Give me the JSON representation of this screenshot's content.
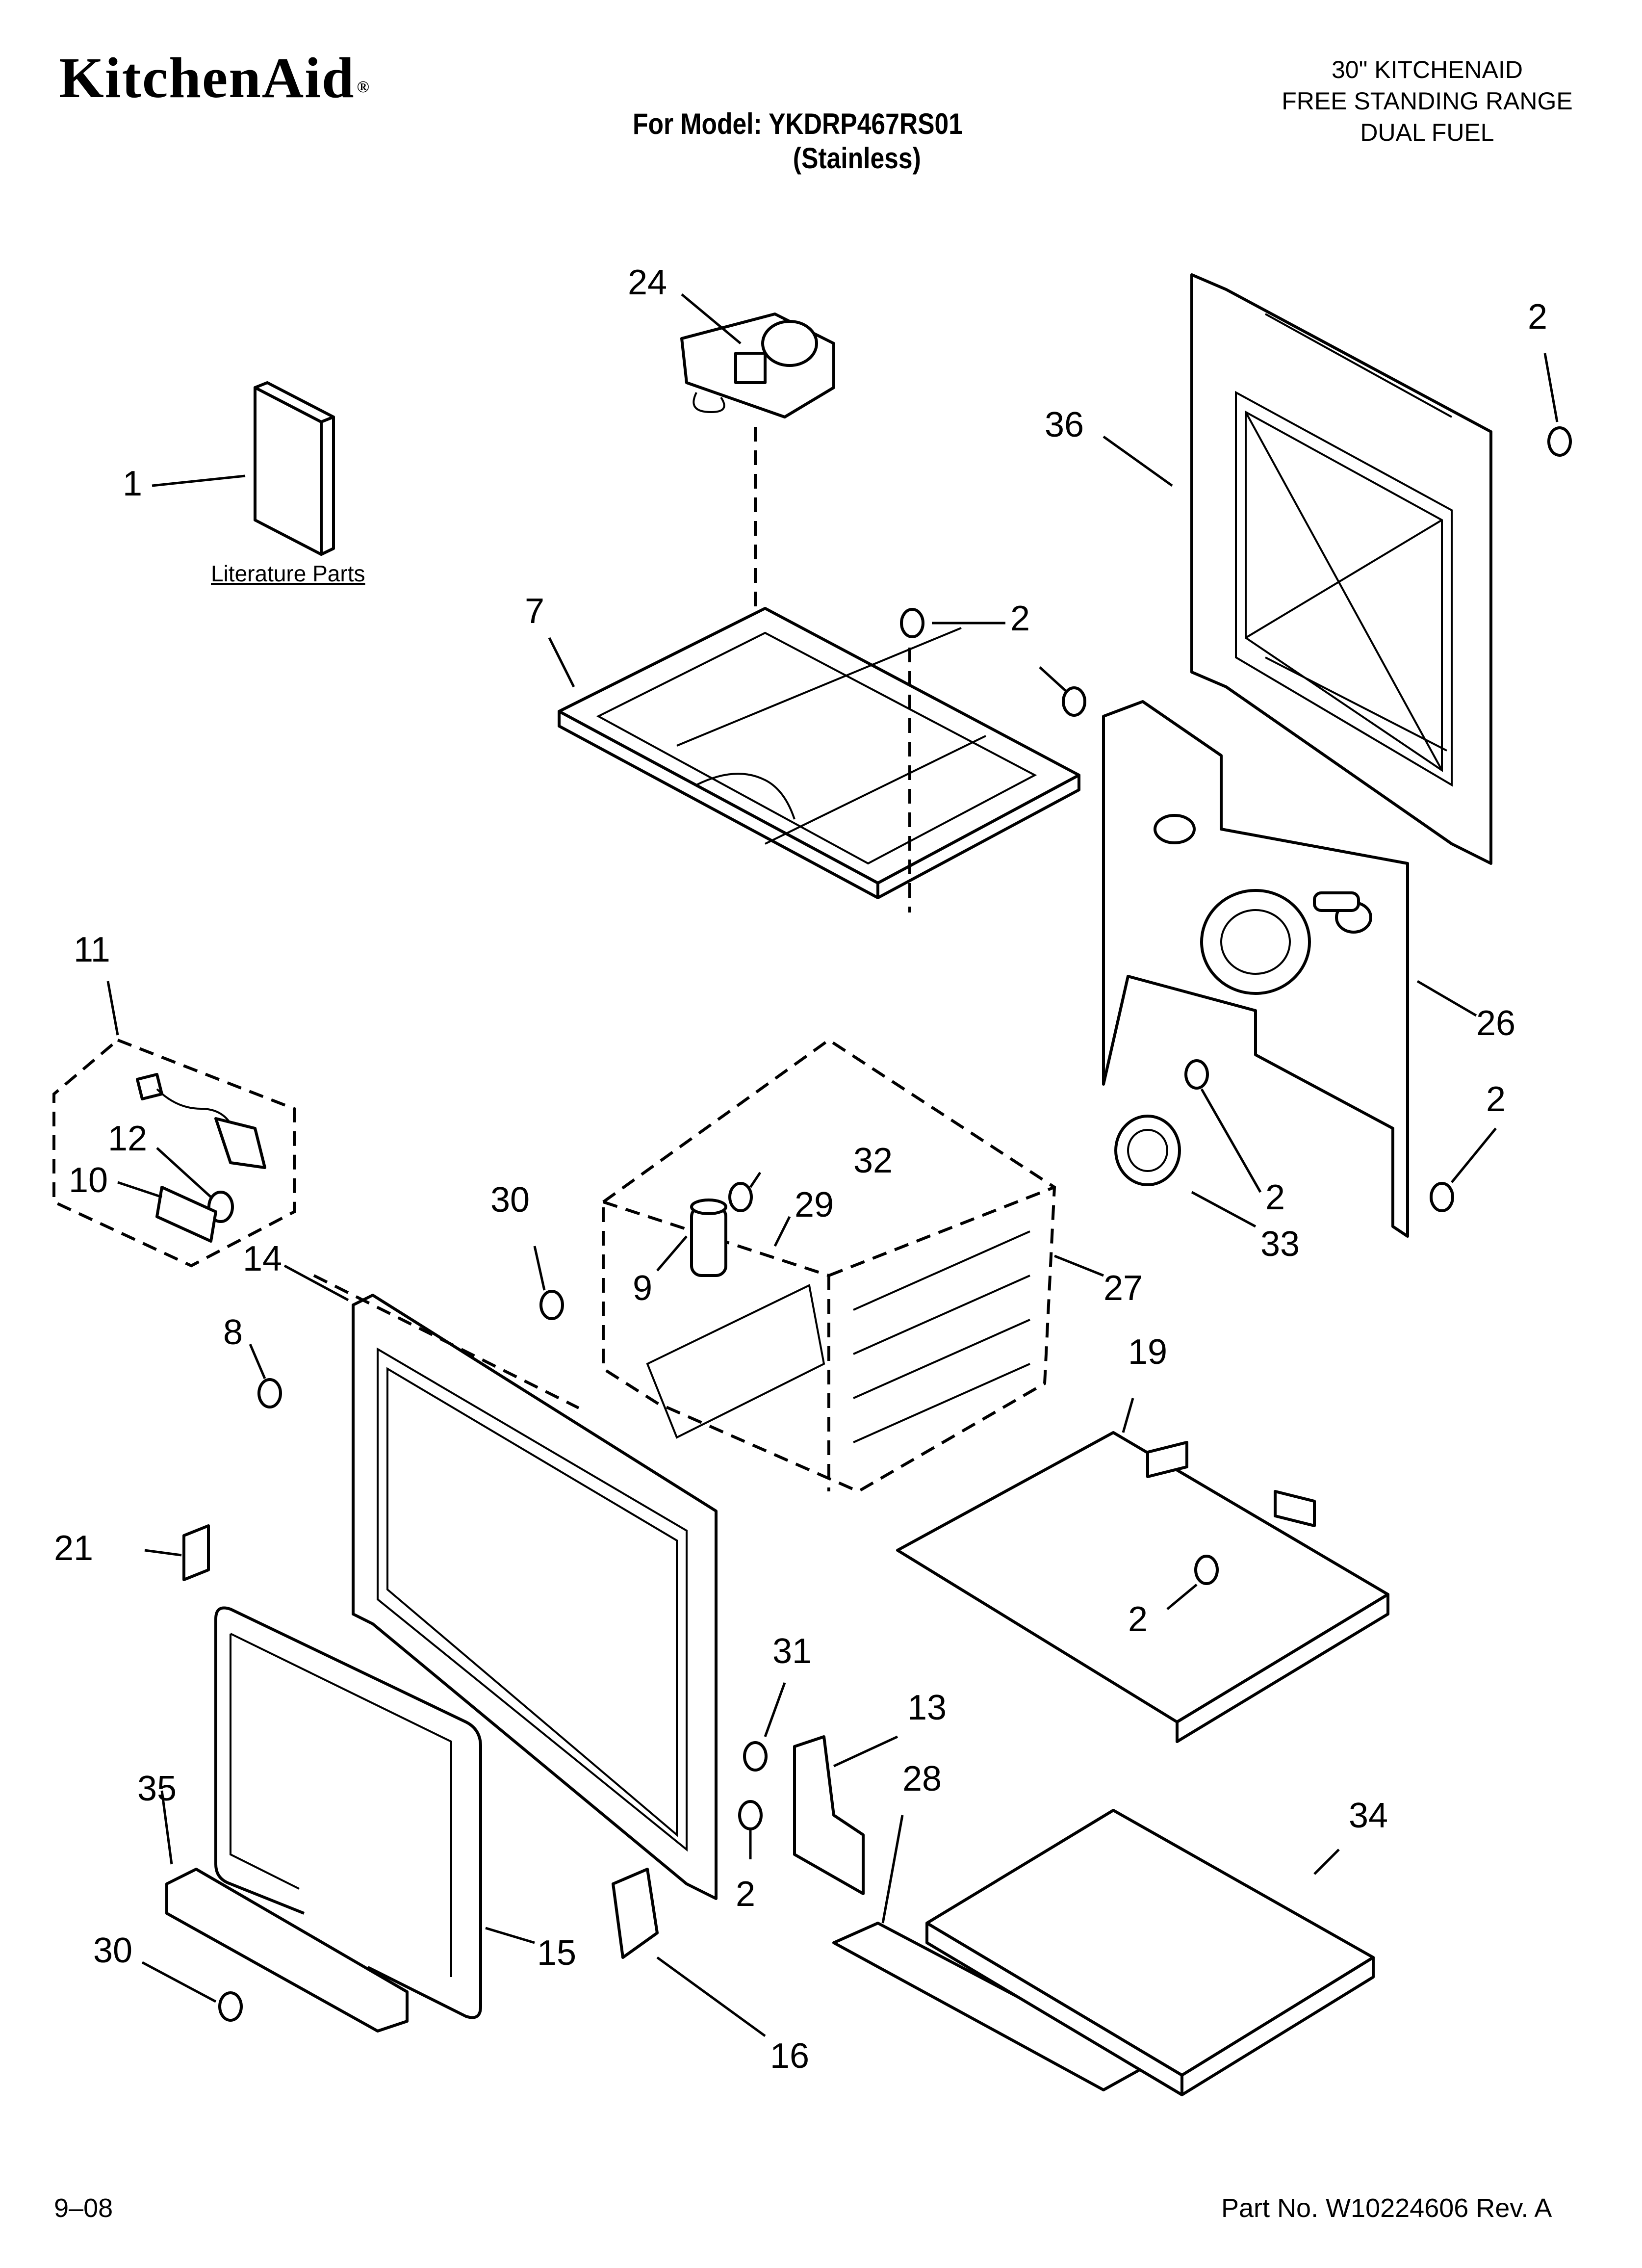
{
  "header": {
    "brand": "KitchenAid",
    "model_line": "For Model: YKDRP467RS01",
    "finish_line": "(Stainless)",
    "product_line1": "30\" KITCHENAID",
    "product_line2": "FREE STANDING RANGE",
    "product_line3": "DUAL FUEL"
  },
  "literature_label": "Literature Parts",
  "callouts": [
    {
      "id": "c1",
      "label": "1"
    },
    {
      "id": "c2a",
      "label": "2"
    },
    {
      "id": "c2b",
      "label": "2"
    },
    {
      "id": "c2c",
      "label": "2"
    },
    {
      "id": "c2d",
      "label": "2"
    },
    {
      "id": "c2e",
      "label": "2"
    },
    {
      "id": "c2f",
      "label": "2"
    },
    {
      "id": "c7",
      "label": "7"
    },
    {
      "id": "c8",
      "label": "8"
    },
    {
      "id": "c9",
      "label": "9"
    },
    {
      "id": "c10",
      "label": "10"
    },
    {
      "id": "c11",
      "label": "11"
    },
    {
      "id": "c12",
      "label": "12"
    },
    {
      "id": "c13",
      "label": "13"
    },
    {
      "id": "c14",
      "label": "14"
    },
    {
      "id": "c15",
      "label": "15"
    },
    {
      "id": "c16",
      "label": "16"
    },
    {
      "id": "c19",
      "label": "19"
    },
    {
      "id": "c21",
      "label": "21"
    },
    {
      "id": "c24",
      "label": "24"
    },
    {
      "id": "c26",
      "label": "26"
    },
    {
      "id": "c27",
      "label": "27"
    },
    {
      "id": "c28",
      "label": "28"
    },
    {
      "id": "c29",
      "label": "29"
    },
    {
      "id": "c30a",
      "label": "30"
    },
    {
      "id": "c30b",
      "label": "30"
    },
    {
      "id": "c31",
      "label": "31"
    },
    {
      "id": "c32",
      "label": "32"
    },
    {
      "id": "c33",
      "label": "33"
    },
    {
      "id": "c34",
      "label": "34"
    },
    {
      "id": "c35",
      "label": "35"
    },
    {
      "id": "c36",
      "label": "36"
    }
  ],
  "footer": {
    "date": "9–08",
    "part_no": "Part No. W10224606 Rev. A"
  }
}
